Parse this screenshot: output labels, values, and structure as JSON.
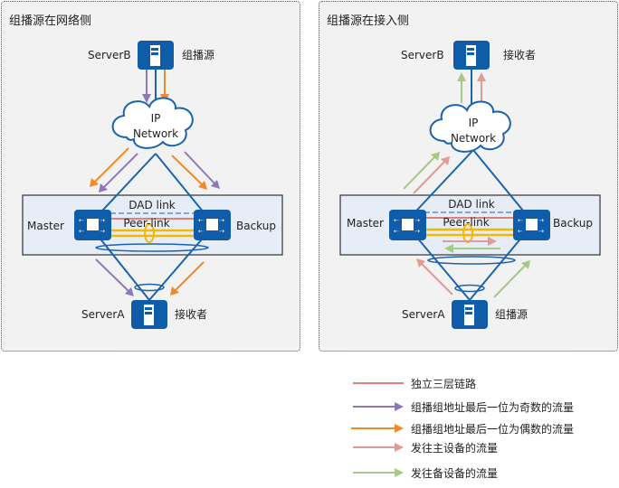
{
  "colors": {
    "device_blue": "#0f5da8",
    "link_blue": "#1a63ad",
    "dad_dashed": "#7fa7d4",
    "l3_link": "#e07e7e",
    "peer_link": "#f4b800",
    "odd_flow": "#8e79b6",
    "even_flow": "#ef8a2a",
    "to_master": "#e29a95",
    "to_backup": "#a7c888",
    "cluster_bg": "#e6edf6"
  },
  "panels": [
    {
      "title": "组播源在网络侧",
      "server_top": {
        "name": "ServerB",
        "role": "组播源"
      },
      "cloud": {
        "line1": "IP",
        "line2": "Network"
      },
      "cluster": {
        "dad_label": "DAD link",
        "peer_label": "Peer-link",
        "left": "Master",
        "right": "Backup"
      },
      "server_bottom": {
        "name": "ServerA",
        "role": "接收者"
      }
    },
    {
      "title": "组播源在接入侧",
      "server_top": {
        "name": "ServerB",
        "role": "接收者"
      },
      "cloud": {
        "line1": "IP",
        "line2": "Network"
      },
      "cluster": {
        "dad_label": "DAD link",
        "peer_label": "Peer-link",
        "left": "Master",
        "right": "Backup"
      },
      "server_bottom": {
        "name": "ServerA",
        "role": "组播源"
      }
    }
  ],
  "legend": [
    {
      "key": "l3_link",
      "type": "line",
      "label": "独立三层链路"
    },
    {
      "key": "odd_flow",
      "type": "arrow",
      "label": "组播组地址最后一位为奇数的流量"
    },
    {
      "key": "even_flow",
      "type": "arrow",
      "label": "组播组地址最后一位为偶数的流量"
    },
    {
      "key": "to_master",
      "type": "arrow",
      "label": "发往主设备的流量"
    },
    {
      "key": "to_backup",
      "type": "arrow",
      "label": "发往备设备的流量"
    }
  ]
}
